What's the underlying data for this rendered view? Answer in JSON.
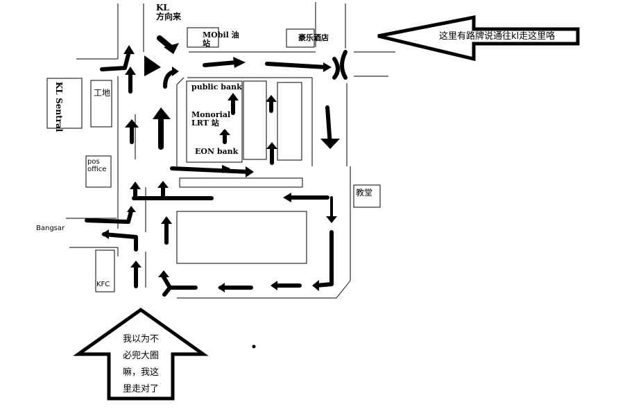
{
  "title": "Hand-drawn route map near KL Sentral",
  "labels": {
    "kl_direction": "KL",
    "kl_direction_sub": "方向来",
    "mobil": "MObil 油",
    "mobil_sub": "站",
    "hotel": "豪乐酒店",
    "kl_sentral_1": "KL",
    "kl_sentral_2": "Sentral",
    "construction": "工地",
    "public_bank": "public bank",
    "monorail_1": "Monorial",
    "monorail_2": "LRT 站",
    "eon_bank": "EON bank",
    "pos_office_1": "pos",
    "pos_office_2": "office",
    "church": "教堂",
    "bangsar": "Bangsar",
    "kfc": "KFC"
  },
  "callouts": {
    "right_arrow_text": "这里有路牌说通往kl走这里咯",
    "bottom_arrow_lines": [
      "我以为不",
      "必兜大圈",
      "嘛，我这",
      "里走对了"
    ]
  },
  "colors": {
    "ink": "#000000",
    "paper": "#ffffff"
  }
}
